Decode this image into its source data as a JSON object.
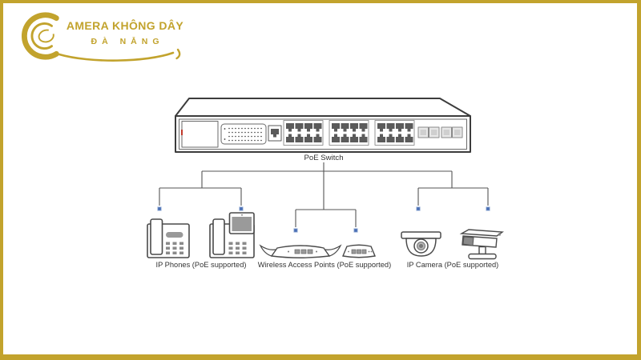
{
  "brand": {
    "line1": "AMERA KHÔNG DÂY",
    "line2": "ĐÀ NẴNG",
    "logo_icon": "c-swirl-logo",
    "gold_color": "#c2a32d"
  },
  "diagram": {
    "switch_label": "PoE Switch",
    "switch": {
      "rj45_ports": 24,
      "sfp_slots": 4,
      "uplink_ports": 1
    },
    "groups": [
      {
        "label": "IP Phones (PoE supported)",
        "devices": [
          "desk-ip-phone",
          "video-ip-phone"
        ]
      },
      {
        "label": "Wireless Access Points (PoE supported)",
        "devices": [
          "winged-access-point",
          "compact-access-point"
        ]
      },
      {
        "label": "IP Camera (PoE supported)",
        "devices": [
          "dome-camera",
          "bullet-camera"
        ]
      }
    ],
    "colors": {
      "line": "#555555",
      "outline": "#4a4a4a",
      "connector_dot": "#4a6fb5",
      "device_gray": "#9a9a9a",
      "port_dark": "#5a5a5a"
    }
  }
}
